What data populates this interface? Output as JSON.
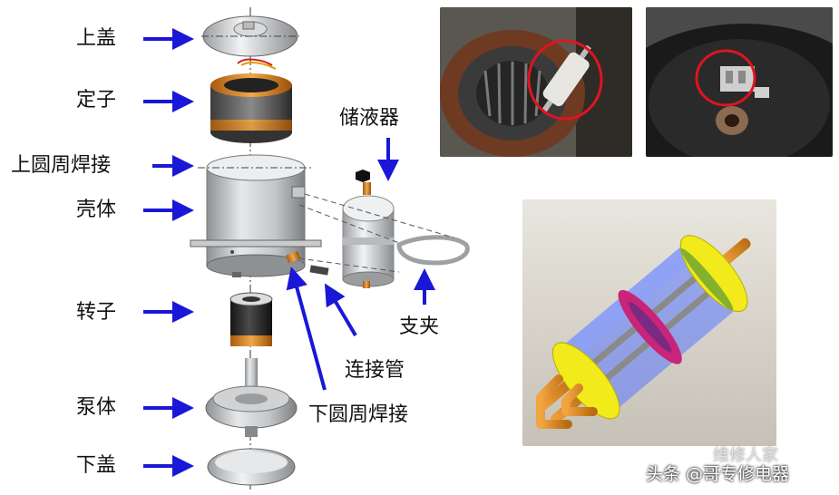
{
  "labels": {
    "upper_cover": "上盖",
    "stator": "定子",
    "upper_weld": "上圆周焊接",
    "shell": "壳体",
    "rotor": "转子",
    "pump_body": "泵体",
    "lower_cover": "下盖",
    "accumulator": "储液器",
    "bracket": "支夹",
    "connecting_pipe": "连接管",
    "lower_weld": "下圆周焊接"
  },
  "watermark": {
    "brand": "维修人家",
    "author": "头条 @哥专修电器"
  },
  "colors": {
    "arrow": "#1a17d6",
    "copper": "#d4821e",
    "highlight_ring": "#e0141e",
    "render_yellow": "#f2ea1a",
    "render_magenta": "#c8247a",
    "render_blue": "#5a78ff"
  }
}
